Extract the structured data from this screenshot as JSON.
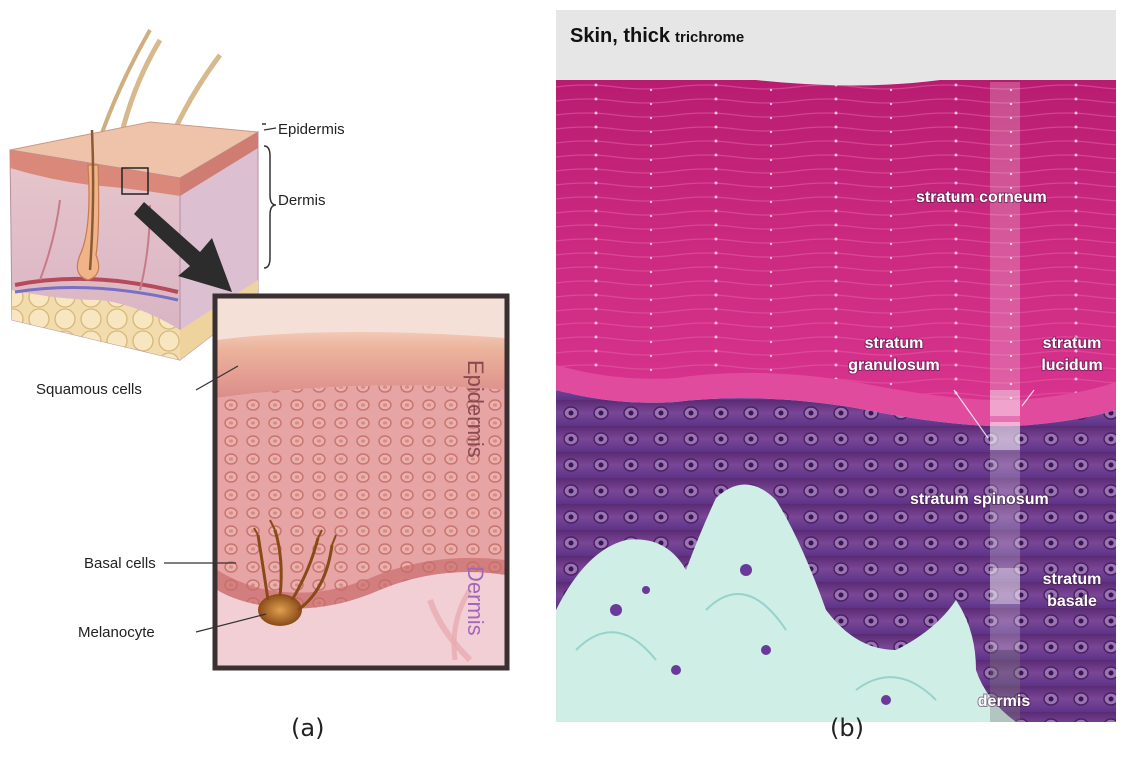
{
  "panel_a": {
    "labels": {
      "epidermis_outer": "Epidermis",
      "dermis_outer": "Dermis",
      "squamous": "Squamous cells",
      "basal": "Basal cells",
      "melanocyte": "Melanocyte",
      "epidermis_inset": "Epidermis",
      "dermis_inset": "Dermis"
    },
    "caption": "(a)"
  },
  "panel_b": {
    "title_main": "Skin, thick",
    "title_sub": "trichrome",
    "layers": {
      "corneum": "stratum corneum",
      "granulosum_1": "stratum",
      "granulosum_2": "granulosum",
      "lucidum_1": "stratum",
      "lucidum_2": "lucidum",
      "spinosum": "stratum spinosum",
      "basale_1": "stratum",
      "basale_2": "basale",
      "dermis": "dermis"
    },
    "caption": "(b)"
  },
  "colors": {
    "corneum": "#c8207a",
    "lucidum": "#e0409a",
    "spinosum": "#6a2e82",
    "dermis_connective": "#c8ece4",
    "inset_frame": "#3a3032",
    "label_inset_epidermis": "#8a4a52",
    "label_inset_dermis": "#a467b8"
  }
}
